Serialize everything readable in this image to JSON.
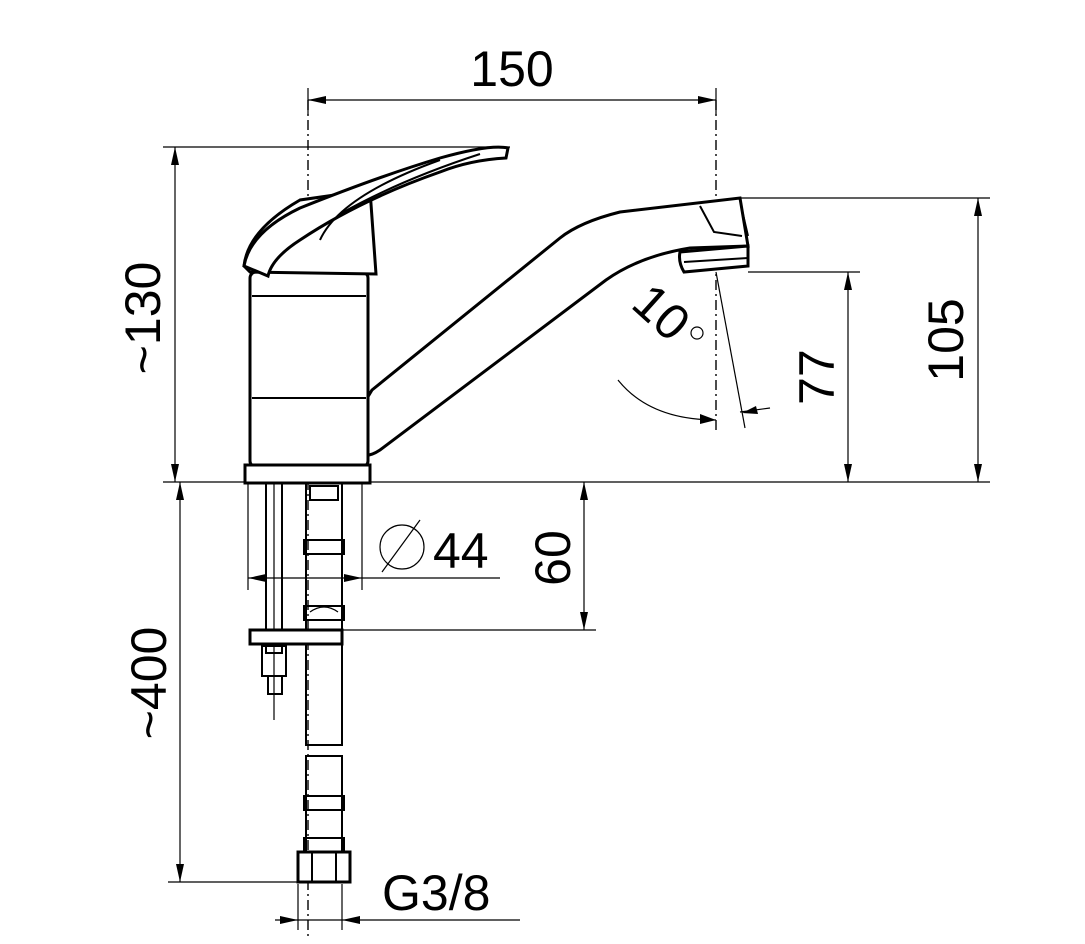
{
  "dimensions": {
    "width_label": "150",
    "height_label": "~130",
    "spout_height_label": "105",
    "outlet_height_label": "77",
    "swivel_angle_label": "10",
    "degree_symbol": "o",
    "base_diameter_label": "44",
    "shank_length_label": "60",
    "hose_length_label": "~400",
    "thread_label": "G3/8"
  }
}
